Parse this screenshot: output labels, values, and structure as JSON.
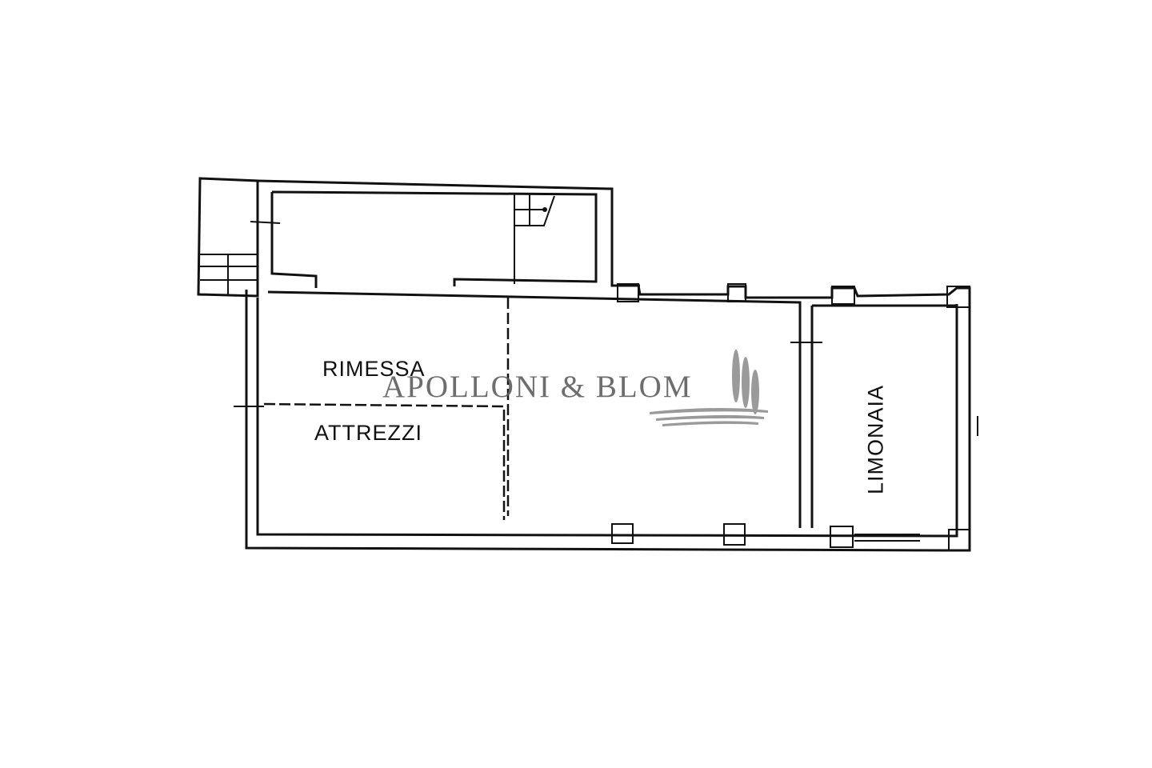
{
  "rooms": {
    "rimessa": "RIMESSA",
    "attrezzi": "ATTREZZI",
    "limonaia": "LIMONAIA"
  },
  "watermark": {
    "text": "APOLLONI & BLOM",
    "color": "#5e5e5e",
    "tree_color": "#9a9a9a"
  }
}
